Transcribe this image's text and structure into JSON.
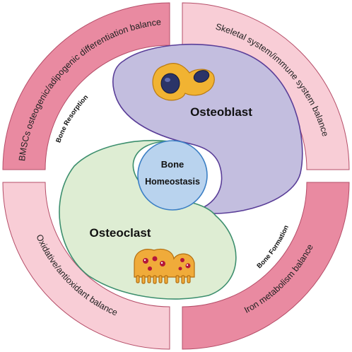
{
  "diagram": {
    "ring_segments": [
      {
        "label": "BMSCs osteogenic/adipogenic differentiation balance",
        "color": "#e98aa1"
      },
      {
        "label": "Skeletal system/immune system balance",
        "color": "#f8cdd6"
      },
      {
        "label": "Iron metabolism balance",
        "color": "#e98aa1"
      },
      {
        "label": "Oxidative/antioxidant balance",
        "color": "#f8cdd6"
      }
    ],
    "center": {
      "line1": "Bone",
      "line2": "Homeostasis",
      "fill": "#b9d3ee",
      "stroke": "#3b7fc4"
    },
    "osteoblast": {
      "label": "Osteoblast",
      "fill": "#c3bedf",
      "stroke": "#5a3e98"
    },
    "osteoclast": {
      "label": "Osteoclast",
      "fill": "#deedd3",
      "stroke": "#3d8f6e"
    },
    "processes": {
      "resorption": "Bone Resorption",
      "formation": "Bone Formation"
    }
  }
}
